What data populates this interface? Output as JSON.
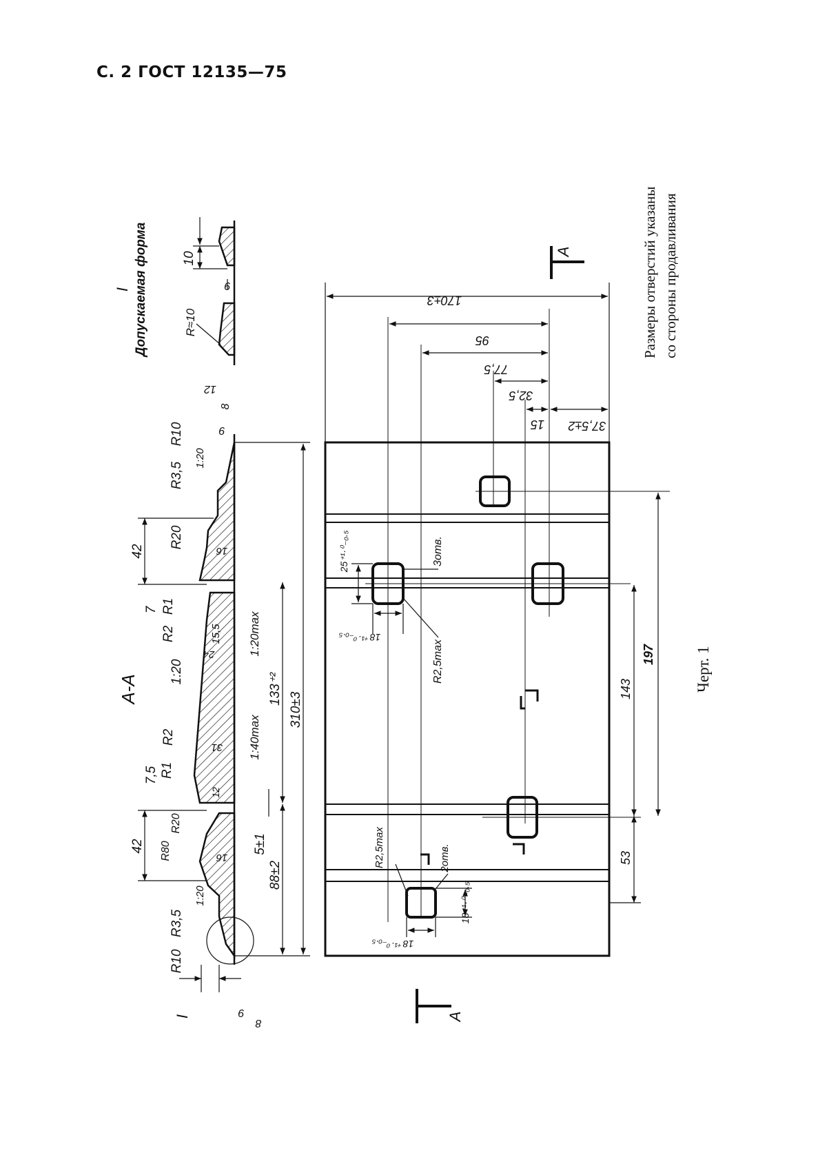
{
  "header": "С. 2 ГОСТ 12135—75",
  "note": [
    "Размеры отверстий указаны",
    "со стороны продавливания"
  ],
  "caption": "Черт. 1",
  "detail": {
    "id": "I",
    "title": "Допускаемая форма"
  },
  "section": {
    "title": "А-А",
    "arrow": "A"
  },
  "dims": {
    "d10": "10",
    "d9a": "9",
    "r10a": "R≈10",
    "d12": "12",
    "d8a": "8",
    "d9b": "9",
    "r10b": "R10",
    "r35a": "R3,5",
    "r20a": "R20",
    "d42a": "42",
    "d16a": "16",
    "s120a": "1:20",
    "d7": "7",
    "r1a": "R1",
    "r2a": "R2",
    "d155": "15,5",
    "d24": "24",
    "s120max": "1:20max",
    "s120b": "1:20",
    "d133": "133⁺²",
    "d310": "310±3",
    "s140max": "1:40max",
    "d31": "31",
    "d75": "7,5",
    "r1b": "R1",
    "r2b": "R2",
    "d12b": "12",
    "d42b": "42",
    "r80": "R80",
    "r20b": "R20",
    "d51": "5±1",
    "d88": "88±2",
    "d16b": "16",
    "s120c": "1:20",
    "r35b": "R3,5",
    "r10c": "R10",
    "d9c": "9",
    "d8b": "8",
    "d170": "170±3",
    "d95": "95",
    "d775": "77,5",
    "d325": "32,5",
    "d15": "15",
    "d375": "37,5±2",
    "d25": "25⁺¹·⁰₋₀.₅",
    "holes3": "3отв.",
    "d18a": "18⁺¹·⁰₋₀.₅",
    "r25a": "R2,5max",
    "d197": "197",
    "d143": "143",
    "d53": "53",
    "r25b": "R2,5max",
    "holes2": "2отв.",
    "d18b": "18⁺¹·⁰₋₀.₅",
    "d18c": "18⁺¹·⁰₋₀.₅"
  }
}
